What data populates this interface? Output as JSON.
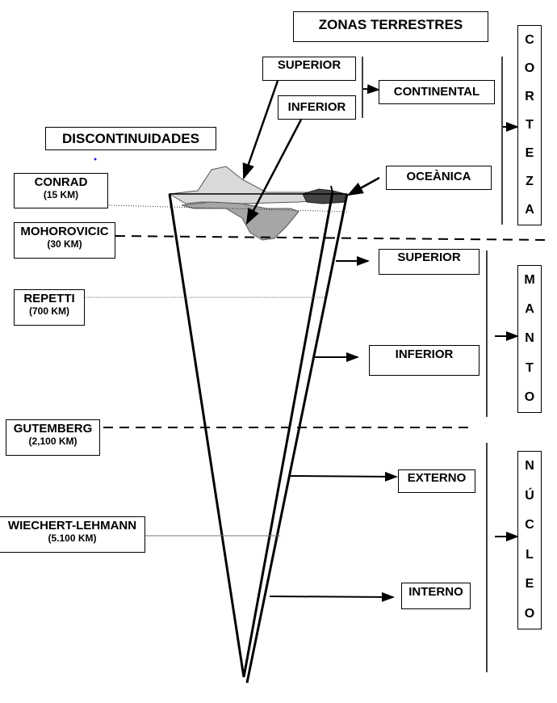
{
  "title": "ZONAS TERRESTRES",
  "discontinuities_title": "DISCONTINUIDADES",
  "discontinuities": [
    {
      "name": "CONRAD",
      "depth": "(15 KM)"
    },
    {
      "name": "MOHOROVICIC",
      "depth": "(30 KM)"
    },
    {
      "name": "REPETTI",
      "depth": "(700 KM)"
    },
    {
      "name": "GUTEMBERG",
      "depth": "(2,100 KM)"
    },
    {
      "name": "WIECHERT-LEHMANN",
      "depth": "(5.100 KM)"
    }
  ],
  "crust": {
    "continental_sub": [
      "SUPERIOR",
      "INFERIOR"
    ],
    "continental": "CONTINENTAL",
    "oceanic": "OCEÀNICA",
    "label_letters": [
      "C",
      "O",
      "R",
      "T",
      "E",
      "Z",
      "A"
    ]
  },
  "mantle": {
    "parts": [
      "SUPERIOR",
      "INFERIOR"
    ],
    "label_letters": [
      "M",
      "A",
      "N",
      "T",
      "O"
    ]
  },
  "core": {
    "parts": [
      "EXTERNO",
      "INTERNO"
    ],
    "label_letters": [
      "N",
      "Ú",
      "C",
      "L",
      "E",
      "O"
    ]
  }
}
